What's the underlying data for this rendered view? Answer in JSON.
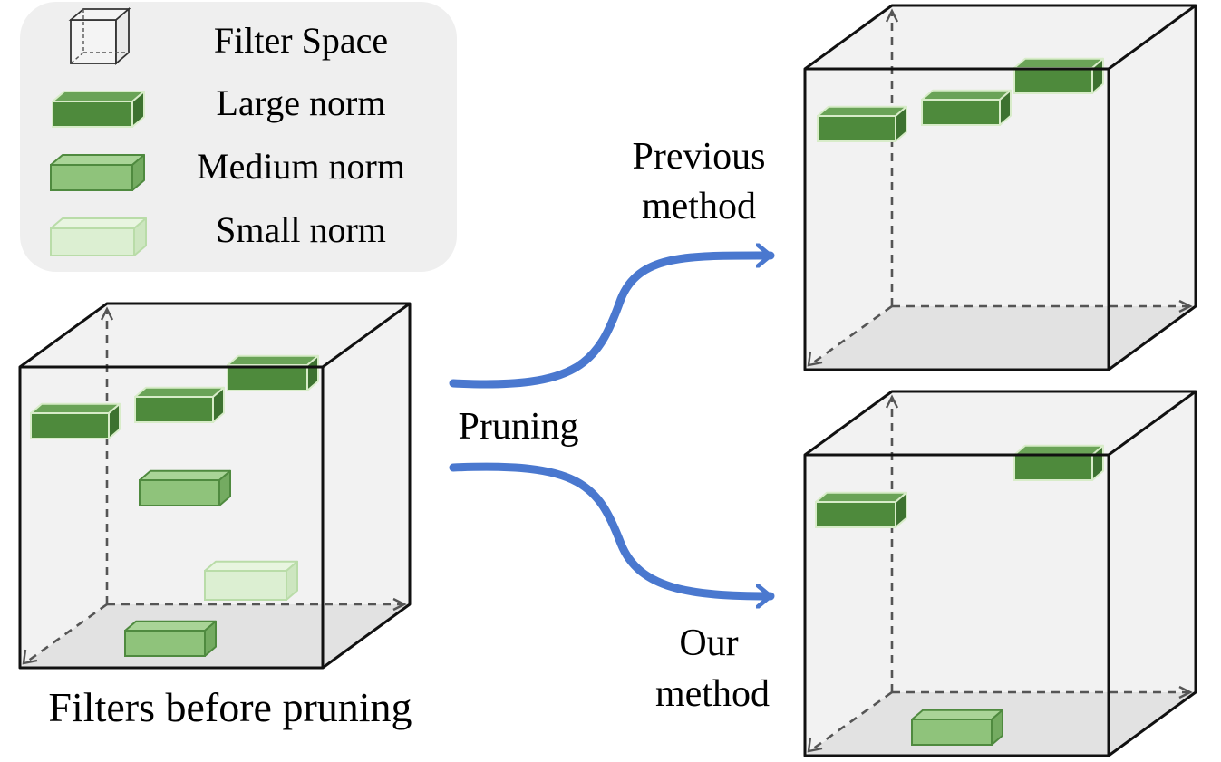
{
  "legend": {
    "items": [
      {
        "key": "filter-space",
        "label": "Filter Space"
      },
      {
        "key": "large",
        "label": "Large norm"
      },
      {
        "key": "medium",
        "label": "Medium norm"
      },
      {
        "key": "small",
        "label": "Small norm"
      }
    ]
  },
  "labels": {
    "pruning": "Pruning",
    "previous_line1": "Previous",
    "previous_line2": "method",
    "ours_line1": "Our",
    "ours_line2": "method",
    "before_caption": "Filters before pruning"
  },
  "colors": {
    "large_front": "#4e8a3c",
    "large_top": "#6aa357",
    "large_side": "#3d7230",
    "medium_front": "#8fc37b",
    "medium_top": "#a9d497",
    "medium_side": "#74ab61",
    "small_front": "#dcefd2",
    "small_top": "#e8f5e0",
    "small_side": "#cde6c0",
    "arrow": "#4a78cf",
    "cube_face": "#f2f2f2",
    "cube_floor": "#e2e2e2",
    "legend_bg": "#efefef"
  }
}
